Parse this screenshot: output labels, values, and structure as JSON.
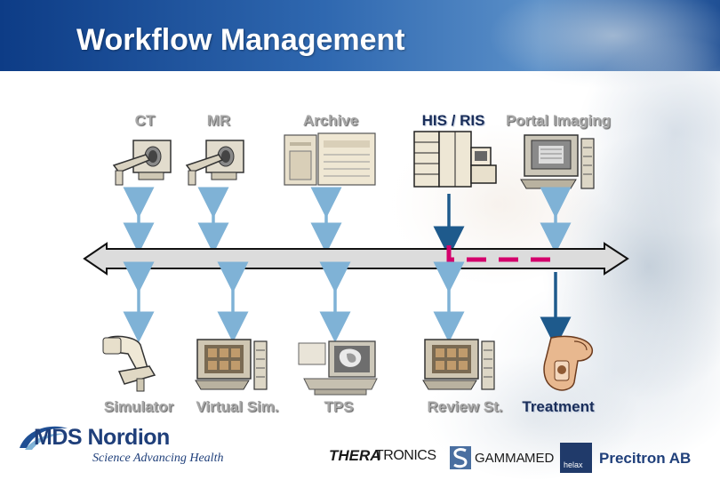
{
  "slide": {
    "title": "Workflow Management"
  },
  "top_devices": [
    {
      "label": "CT",
      "icon": "ct-scanner-icon",
      "style": "grey"
    },
    {
      "label": "MR",
      "icon": "mr-scanner-icon",
      "style": "grey"
    },
    {
      "label": "Archive",
      "icon": "archive-server-icon",
      "style": "grey"
    },
    {
      "label": "HIS / RIS",
      "icon": "his-ris-computer-icon",
      "style": "dark"
    },
    {
      "label": "Portal Imaging",
      "icon": "portal-imaging-monitor-icon",
      "style": "grey"
    }
  ],
  "bottom_devices": [
    {
      "label": "Simulator",
      "icon": "simulator-machine-icon",
      "style": "grey"
    },
    {
      "label": "Virtual Sim.",
      "icon": "virtual-sim-workstation-icon",
      "style": "grey"
    },
    {
      "label": "TPS",
      "icon": "tps-workstation-icon",
      "style": "grey"
    },
    {
      "label": "Review St.",
      "icon": "review-station-icon",
      "style": "grey"
    },
    {
      "label": "Treatment",
      "icon": "treatment-machine-icon",
      "style": "dark"
    }
  ],
  "logos": {
    "mds_brand": "MDS Nordion",
    "mds_tagline": "Science Advancing Health",
    "theratronics_a": "THERA",
    "theratronics_b": "TRONICS",
    "gammamed_a": "GAMMA",
    "gammamed_b": "MED",
    "helax": "helax",
    "precitron": "Precitron AB"
  },
  "colors": {
    "connector_light": "#7fb2d6",
    "connector_dark": "#1e5a8c",
    "route_dashes": "#d4006c",
    "bus_fill": "#d9d9d9",
    "title_band": "#2a5fa6"
  }
}
